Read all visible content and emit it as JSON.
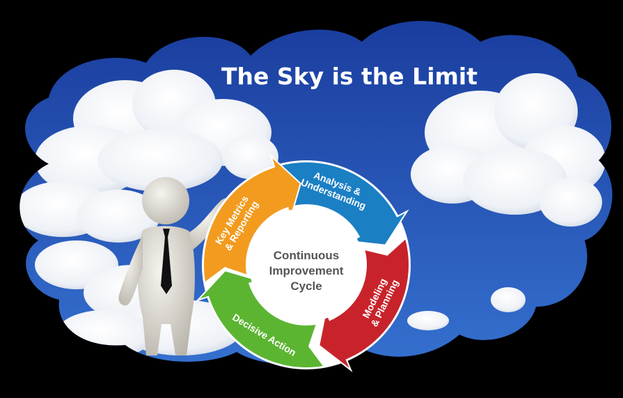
{
  "title": "The Sky is the Limit",
  "cycle": {
    "center_lines": [
      "Continuous",
      "Improvement",
      "Cycle"
    ],
    "segments": [
      {
        "name": "analysis-understanding",
        "lines": [
          "Analysis &",
          "Understanding"
        ],
        "color": "#1b7fc4"
      },
      {
        "name": "modeling-planning",
        "lines": [
          "Modeling",
          "& Planning"
        ],
        "color": "#c8232b"
      },
      {
        "name": "decisive-action",
        "lines": [
          "Decisive Action"
        ],
        "color": "#5cb531"
      },
      {
        "name": "key-metrics-reporting",
        "lines": [
          "Key Metrics",
          "& Reporting"
        ],
        "color": "#f29b1f"
      }
    ]
  },
  "colors": {
    "background": "#000000",
    "sky_top": "#1a3d9e",
    "sky_bottom": "#2e63c8",
    "cloud": "#f2f4f8",
    "figure": "#e9e6df",
    "tie": "#111111"
  }
}
